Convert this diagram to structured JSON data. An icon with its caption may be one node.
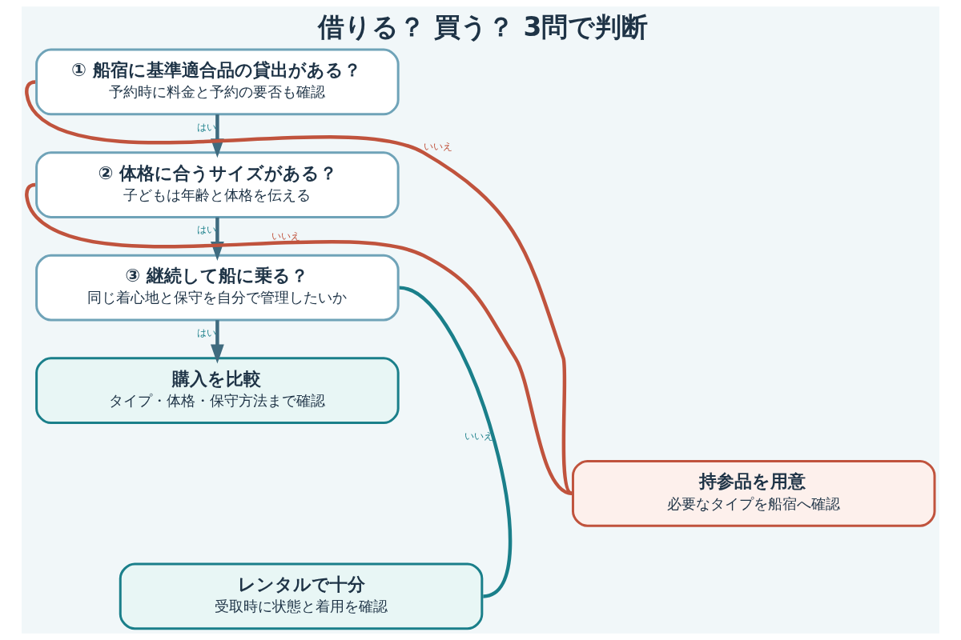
{
  "diagram": {
    "title": "借りる？ 買う？ 3問で判断",
    "nodes": [
      {
        "text": [
          "① 船宿に基準適合品の貸出がある？",
          "予約時に料金と予約の要否も確認"
        ]
      },
      {
        "text": [
          "② 体格に合うサイズがある？",
          "子どもは年齢と体格を伝える"
        ]
      },
      {
        "text": [
          "③ 継続して船に乗る？",
          "同じ着心地と保守を自分で管理したいか"
        ]
      },
      {
        "text": [
          "購入を比較",
          "タイプ・体格・保守方法まで確認"
        ]
      },
      {
        "text": [
          "持参品を用意",
          "必要なタイプを船宿へ確認"
        ]
      },
      {
        "text": [
          "レンタルで十分",
          "受取時に状態と着用を確認"
        ]
      }
    ],
    "edges": [
      {
        "from": 0,
        "to": 1,
        "arrow": "to",
        "label": "はい"
      },
      {
        "from": 1,
        "to": 2,
        "arrow": "to",
        "label": "はい"
      },
      {
        "from": 2,
        "to": 3,
        "arrow": "to",
        "label": "はい"
      },
      {
        "from": 0,
        "to": 4,
        "arrow": "none",
        "label": "いいえ",
        "color": "#c0533d"
      },
      {
        "from": 1,
        "to": 4,
        "arrow": "none",
        "label": "いいえ",
        "color": "#c0533d"
      },
      {
        "from": 2,
        "to": 5,
        "arrow": "none",
        "label": "いいえ",
        "color": "#1a7f8a"
      }
    ]
  }
}
